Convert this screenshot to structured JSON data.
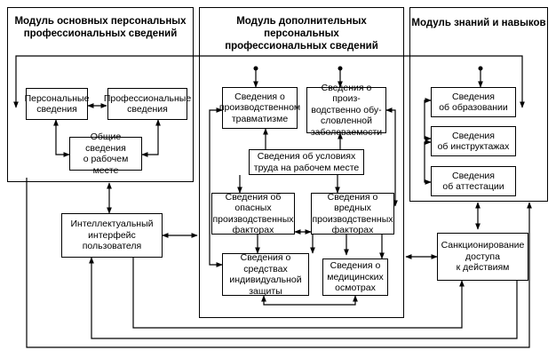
{
  "modules": {
    "basic": {
      "title": "Модуль основных персональных\nпрофессиональных сведений"
    },
    "additional": {
      "title": "Модуль дополнительных персональных\nпрофессиональных сведений"
    },
    "knowledge": {
      "title": "Модуль знаний и навыков"
    }
  },
  "boxes": {
    "personal": "Персональные\nсведения",
    "professional": "Профессиональные\nсведения",
    "workplace": "Общие сведения\nо рабочем месте",
    "interface": "Интеллектуальный\nинтерфейс\nпользователя",
    "injury": "Сведения о\nпроизводственном\nтравматизме",
    "disease": "Сведения о произ-\nводственно обу-\nсловленной\nзаболеваемости",
    "conditions": "Сведения об условиях\nтруда на рабочем месте",
    "dangerous": "Сведения об опасных\nпроизводственных\nфакторах",
    "harmful": "Сведения о вредных\nпроизводственных\nфакторах",
    "ppe": "Сведения о средствах\nиндивидуальной\nзащиты",
    "medical": "Сведения о\nмедицинских\nосмотрах",
    "education": "Сведения\nоб образовании",
    "briefings": "Сведения\nоб инструктажах",
    "certification": "Сведения\nоб аттестации",
    "access": "Санкционирование\nдоступа\nк действиям"
  }
}
